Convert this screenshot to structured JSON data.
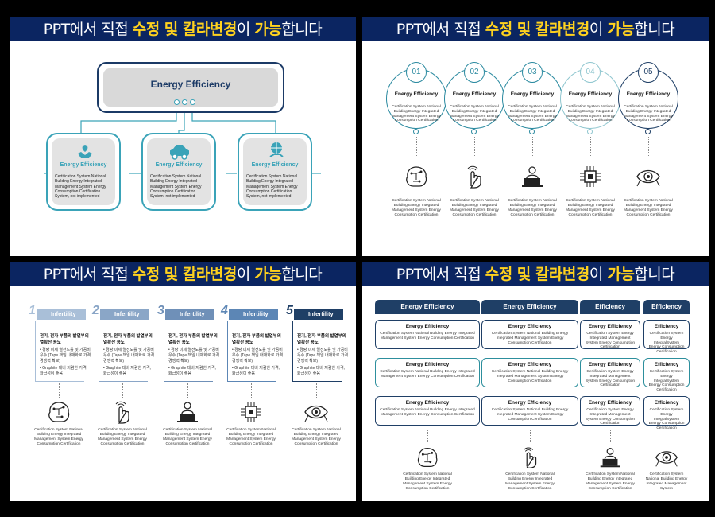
{
  "banner": {
    "part1": "PPT에서 직접 ",
    "hl1": "수정 및 칼라변경",
    "part2": "이 ",
    "hl2": "가능",
    "part3": "합니다"
  },
  "panel1": {
    "top_label": "Energy Efficiency",
    "cards": [
      {
        "icon": "hands-leaf-icon",
        "title": "Energy Efficiency",
        "body": "Certification System National Building Energy Integrated Management System Energy Consumption Certification System, not implemented"
      },
      {
        "icon": "eco-car-icon",
        "title": "Energy Efficiency",
        "body": "Certification System National Building Energy Integrated Management System Energy Consumption Certification System, not implemented"
      },
      {
        "icon": "globe-hand-icon",
        "title": "Energy Efficiency",
        "body": "Certification System National Building Energy Integrated Management System Energy Consumption Certification System, not implemented"
      }
    ]
  },
  "panel2": {
    "steps": [
      {
        "num": "01",
        "title": "Energy Efficiency",
        "body": "Certification System National Building Energy Integrated Management System Energy Consumption Certification",
        "icon": "brain-circuit-icon",
        "caption": "Certification System National Building Energy Integrated Management System Energy Consumption Certification"
      },
      {
        "num": "02",
        "title": "Energy Efficiency",
        "body": "Certification System National Building Energy Integrated Management System Energy Consumption Certification",
        "icon": "hand-touch-icon",
        "caption": "Certification System National Building Energy Integrated Management System Energy Consumption Certification"
      },
      {
        "num": "03",
        "title": "Energy Efficiency",
        "body": "Certification System National Building Energy Integrated Management System Energy Consumption Certification",
        "icon": "user-laptop-icon",
        "caption": "Certification System National Building Energy Integrated Management System Energy Consumption Certification"
      },
      {
        "num": "04",
        "title": "Energy Efficiency",
        "body": "Certification System National Building Energy Integrated Management System Energy Consumption Certification",
        "icon": "chip-icon",
        "caption": "Certification System National Building Energy Integrated Management System Energy Consumption Certification"
      },
      {
        "num": "05",
        "title": "Energy Efficiency",
        "body": "Certification System National Building Energy Integrated Management System Energy Consumption Certification",
        "icon": "eye-scan-icon",
        "caption": "Certification System National Building Energy Integrated Management System Energy Consumption Certification"
      }
    ]
  },
  "panel3": {
    "steps": [
      {
        "num": "1",
        "label": "Infertility",
        "title": "전기, 전자 부품의 발열부의 열확산 용도",
        "bullets": [
          "경량 미세 열전도를 및 가공비 우수 (Tape 책임 내재화로 가격 경쟁력 확보)",
          "Graphite 대비 저렴한 가격, 화급성이 좋음"
        ],
        "icon": "brain-circuit-icon",
        "caption": "Certification System National Building Energy Integrated Management System Energy Consumption Certification"
      },
      {
        "num": "2",
        "label": "Infertility",
        "title": "전기, 전자 부품의 발열부의 열확산 용도",
        "bullets": [
          "경량 미세 열전도를 및 가공비 우수 (Tape 책임 내재화로 가격 경쟁력 확보)",
          "Graphite 대비 저렴한 가격, 화급성이 좋음"
        ],
        "icon": "hand-touch-icon",
        "caption": "Certification System National Building Energy Integrated Management System Energy Consumption Certification"
      },
      {
        "num": "3",
        "label": "Infertility",
        "title": "전기, 전자 부품의 발열부의 열확산 용도",
        "bullets": [
          "경량 미세 열전도를 및 가공비 우수 (Tape 책임 내재화로 가격 경쟁력 확보)",
          "Graphite 대비 저렴한 가격, 화급성이 좋음"
        ],
        "icon": "user-laptop-icon",
        "caption": "Certification System National Building Energy Integrated Management System Energy Consumption Certification"
      },
      {
        "num": "4",
        "label": "Infertility",
        "title": "전기, 전자 부품의 발열부의 열확산 용도",
        "bullets": [
          "경량 미세 열전도를 및 가공비 우수 (Tape 책임 내재화로 가격 경쟁력 확보)",
          "Graphite 대비 저렴한 가격, 화급성이 좋음"
        ],
        "icon": "chip-icon",
        "caption": "Certification System National Building Energy Integrated Management System Energy Consumption Certification"
      },
      {
        "num": "5",
        "label": "Infertility",
        "title": "전기, 전자 부품의 발열부의 열확산 용도",
        "bullets": [
          "경량 미세 열전도를 및 가공비 우수 (Tape 책임 내재화로 가격 경쟁력 확보)",
          "Graphite 대비 저렴한 가격, 화급성이 좋음"
        ],
        "icon": "eye-scan-icon",
        "caption": "Certification System National Building Energy Integrated Management System Energy Consumption Certification"
      }
    ]
  },
  "panel4": {
    "columns": [
      {
        "header": "Energy Efficiency",
        "cell_title": "Energy Efficiency",
        "cell_body": "Certification System National Building Energy Integrated Management System Energy Consumption Certification",
        "icon": "brain-circuit-icon",
        "caption": "Certification System National Building Energy Integrated Management System Energy Consumption Certification"
      },
      {
        "header": "Energy Efficiency",
        "cell_title": "Energy Efficiency",
        "cell_body": "Certification System National Building Energy Integrated Management System Energy Consumption Certification",
        "icon": "hand-touch-icon",
        "caption": "Certification System National Building Energy Integrated Management System Energy Consumption Certification"
      },
      {
        "header": "Efficiency",
        "cell_title": "Energy Efficiency",
        "cell_body": "Certification System Energy Integrated Management System Energy Consumption Certification",
        "icon": "user-laptop-icon",
        "caption": "Certification System National Building Energy Integrated Management System Energy Consumption Certification"
      },
      {
        "header": "Efficiency",
        "cell_title": "Efficiency",
        "cell_body": "Certification System Energy IntegralSystem Energy Consumption Certification",
        "icon": "eye-scan-icon",
        "caption": "Certification System National Building Energy Integrated Management System"
      }
    ]
  },
  "colors": {
    "banner": "#0b2561",
    "highlight": "#ffd21e",
    "teal": "#3aa3b8",
    "navy": "#1f3f66",
    "steel": "#5c86b5"
  }
}
